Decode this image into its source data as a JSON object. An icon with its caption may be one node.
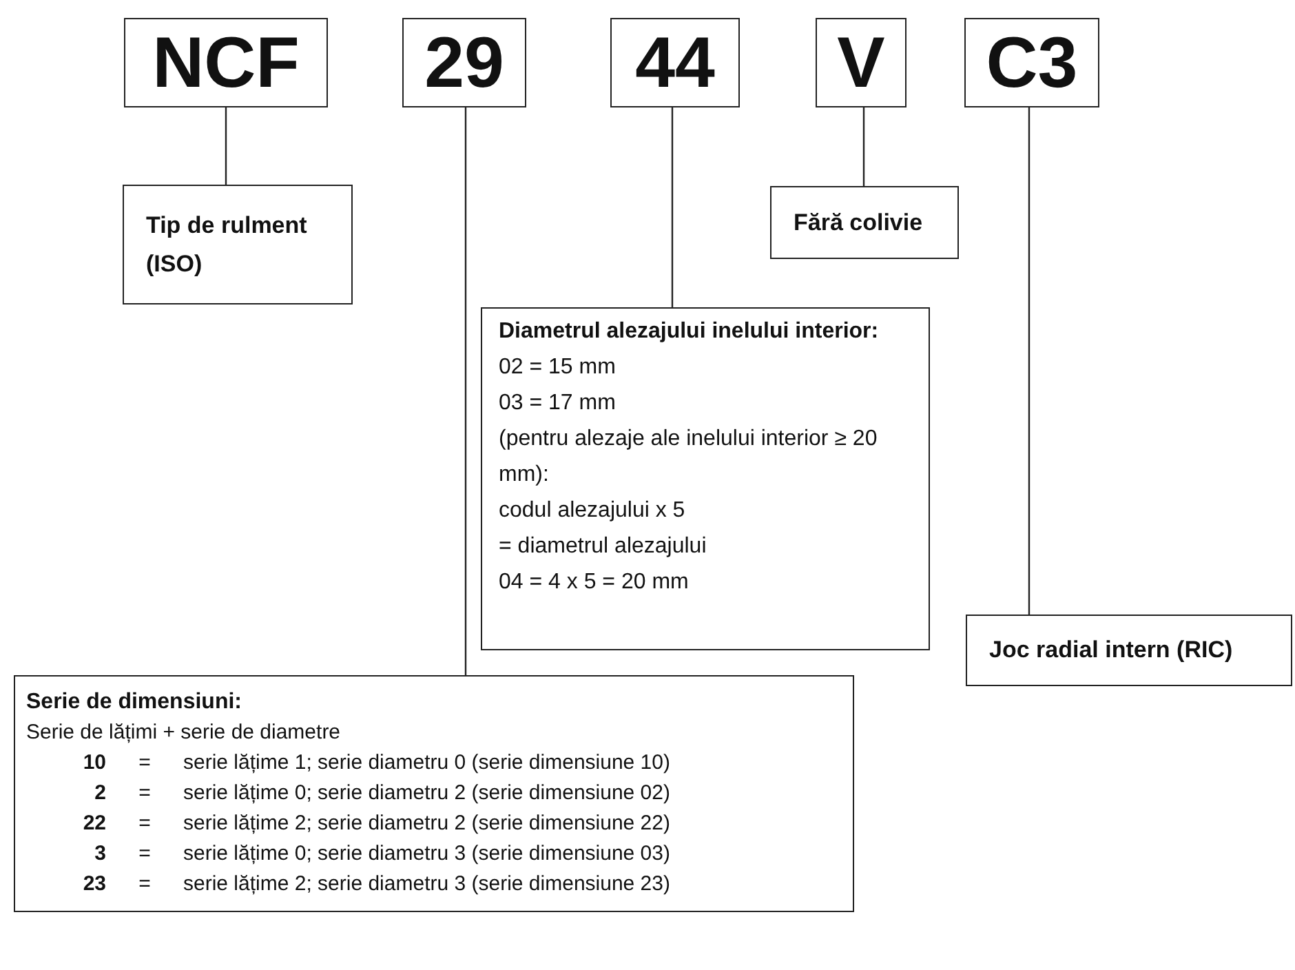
{
  "diagram": {
    "nodes": [
      {
        "text": [
          "NCF"
        ]
      },
      {
        "text": [
          "29"
        ]
      },
      {
        "text": [
          "44"
        ]
      },
      {
        "text": [
          "V"
        ]
      },
      {
        "text": [
          "C3"
        ]
      },
      {
        "text": [
          "Tip de rulment (ISO)"
        ]
      },
      {
        "text": [
          "Fără colivie"
        ]
      },
      {
        "text": [
          "Diametrul alezajului inelului interior:",
          "02 = 15 mm",
          "03 = 17 mm",
          "(pentru alezaje ale inelului interior ≥ 20 mm):",
          "codul alezajului x 5",
          "= diametrul alezajului",
          "04 = 4 x 5 = 20 mm"
        ]
      },
      {
        "text": [
          "Joc radial intern (RIC)"
        ]
      },
      {
        "text": [
          "Serie de dimensiuni:",
          "Serie de lățimi + serie de diametre",
          "10",
          "=",
          "serie lățime 1; serie diametru 0 (serie dimensiune 10)",
          "2",
          "=",
          "serie lățime 0; serie diametru 2 (serie dimensiune 02)",
          "22",
          "=",
          "serie lățime 2; serie diametru 2 (serie dimensiune 22)",
          "3",
          "=",
          "serie lățime 0; serie diametru 3 (serie dimensiune 03)",
          "23",
          "=",
          "serie lățime 2; serie diametru 3 (serie dimensiune 23)"
        ]
      }
    ],
    "edges": [
      {
        "from": 0,
        "to": 5,
        "arrow": "none"
      },
      {
        "from": 1,
        "to": 9,
        "arrow": "none"
      },
      {
        "from": 2,
        "to": 7,
        "arrow": "none"
      },
      {
        "from": 3,
        "to": 6,
        "arrow": "none"
      },
      {
        "from": 4,
        "to": 8,
        "arrow": "none"
      }
    ]
  }
}
